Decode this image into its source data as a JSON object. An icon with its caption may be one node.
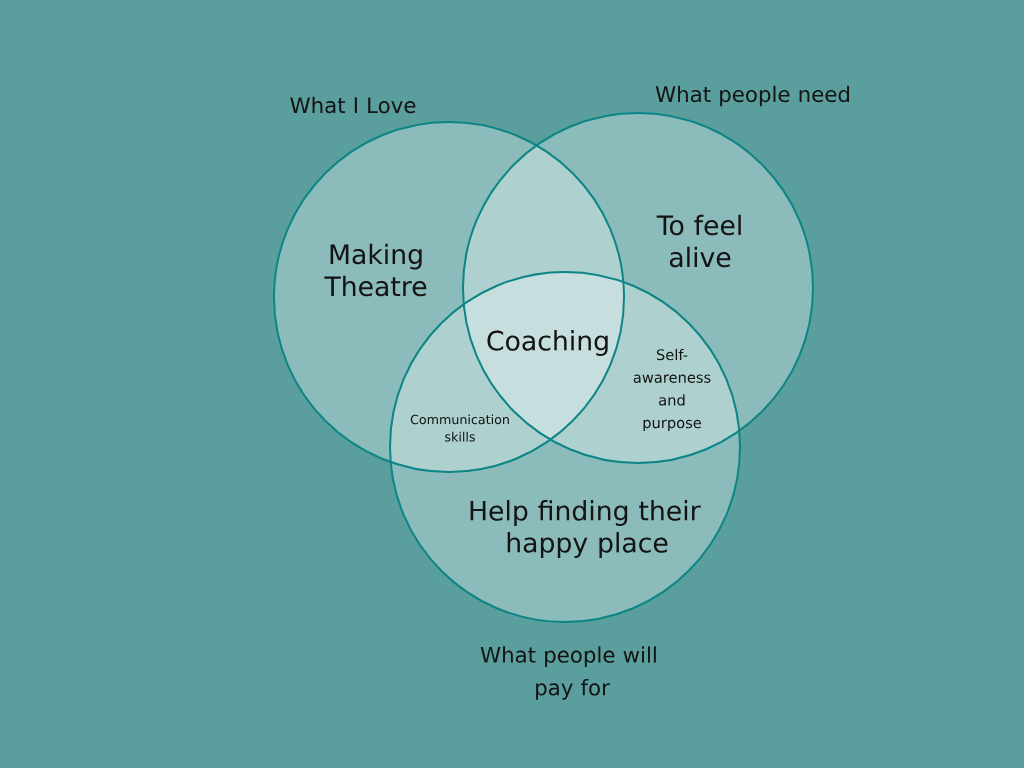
{
  "diagram": {
    "nodes": [
      {
        "text": [
          "What I Love",
          "Making Theatre"
        ]
      },
      {
        "text": [
          "What people need",
          "To feel alive"
        ]
      },
      {
        "text": [
          "Help finding their happy place",
          "What people will pay for"
        ]
      }
    ],
    "labels": [
      "Coaching",
      "Communication skills",
      "Self-awareness and purpose"
    ]
  }
}
